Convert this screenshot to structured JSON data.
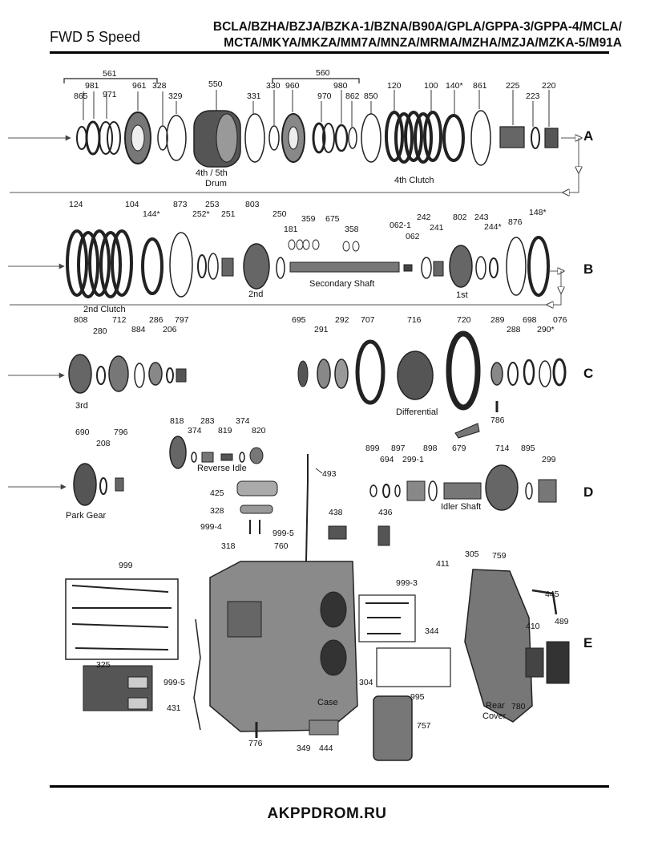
{
  "header": {
    "left": "FWD 5 Speed",
    "right_line1": "BCLA/BZHA/BZJA/BZKA-1/BZNA/B90A/GPLA/GPPA-3/GPPA-4/MCLA/",
    "right_line2": "MCTA/MKYA/MKZA/MM7A/MNZA/MRMA/MZHA/MZJA/MZKA-5/M91A"
  },
  "footer": {
    "site": "AKPPDROM.RU"
  },
  "sections": [
    "A",
    "B",
    "C",
    "D",
    "E"
  ],
  "captions": {
    "drum_4_5": "4th / 5th",
    "drum": "Drum",
    "clutch_4": "4th Clutch",
    "clutch_2": "2nd Clutch",
    "second": "2nd",
    "secondary_shaft": "Secondary Shaft",
    "first": "1st",
    "third": "3rd",
    "differential": "Differential",
    "reverse_idle": "Reverse Idle",
    "park_gear": "Park Gear",
    "idler_shaft": "Idler Shaft",
    "case": "Case",
    "rear": "Rear",
    "cover": "Cover"
  },
  "parts": {
    "A": [
      "561",
      "981",
      "865",
      "971",
      "961",
      "328",
      "329",
      "550",
      "331",
      "330",
      "560",
      "960",
      "970",
      "980",
      "862",
      "850",
      "120",
      "100",
      "140*",
      "861",
      "225",
      "223",
      "220"
    ],
    "B": [
      "124",
      "104",
      "144*",
      "873",
      "253",
      "252*",
      "251",
      "803",
      "250",
      "181",
      "359",
      "675",
      "358",
      "062-1",
      "062",
      "242",
      "241",
      "802",
      "243",
      "244*",
      "876",
      "148*"
    ],
    "C": [
      "808",
      "280",
      "712",
      "884",
      "286",
      "206",
      "797",
      "695",
      "291",
      "292",
      "707",
      "716",
      "720",
      "289",
      "288",
      "698",
      "290*",
      "076",
      "786"
    ],
    "D": [
      "818",
      "374",
      "283",
      "819",
      "374",
      "820",
      "690",
      "208",
      "796",
      "899",
      "694",
      "897",
      "299-1",
      "898",
      "679",
      "714",
      "895",
      "299"
    ],
    "E": [
      "493",
      "425",
      "328",
      "999-4",
      "999-5",
      "438",
      "436",
      "318",
      "760",
      "411",
      "305",
      "759",
      "445",
      "999",
      "999-3",
      "344",
      "410",
      "489",
      "325",
      "999-5",
      "431",
      "304",
      "995",
      "780",
      "757",
      "776",
      "349",
      "444"
    ]
  }
}
